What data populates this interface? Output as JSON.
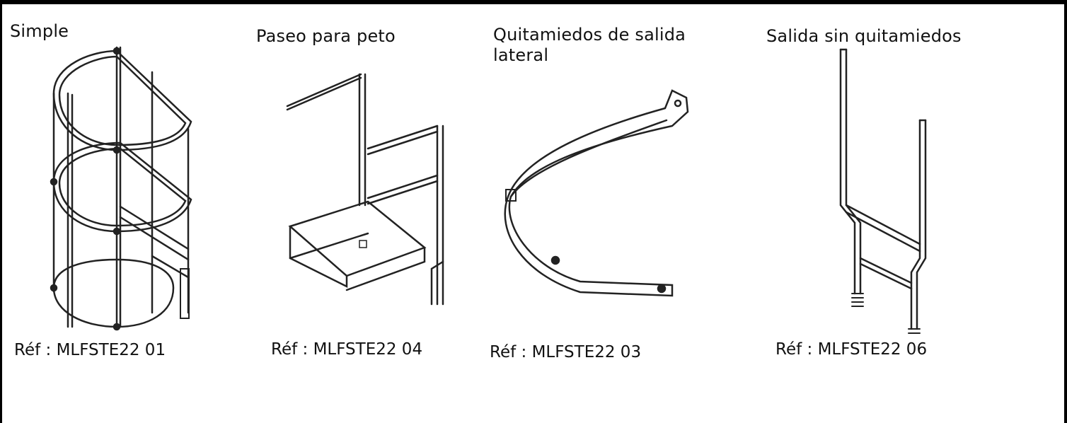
{
  "items": [
    {
      "title": "Simple",
      "ref": "Réf : MLFSTE22 01",
      "icon": "ladder-cage-icon"
    },
    {
      "title": "Paseo para peto",
      "ref": "Réf : MLFSTE22 04",
      "icon": "parapet-walkway-icon"
    },
    {
      "title": "Quitamiedos de salida lateral",
      "ref": "Réf : MLFSTE22 03",
      "icon": "side-exit-hoop-icon"
    },
    {
      "title": "Salida sin quitamiedos",
      "ref": "Réf : MLFSTE22 06",
      "icon": "exit-rail-icon"
    }
  ]
}
